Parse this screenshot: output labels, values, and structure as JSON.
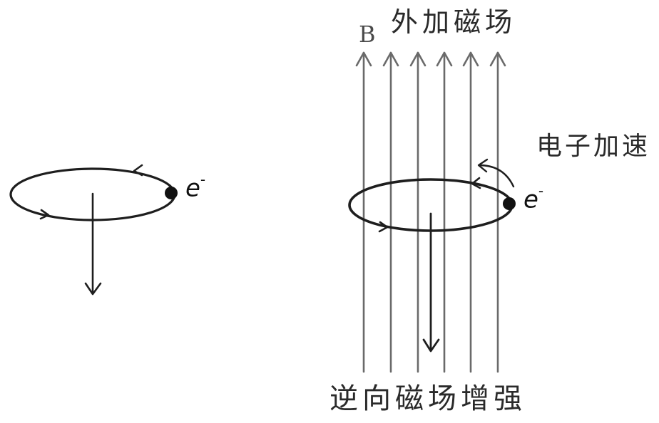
{
  "labels": {
    "field_symbol": "B",
    "external_field": "外加磁场",
    "electron_accelerates": "电子加速",
    "reverse_field_strengthens": "逆向磁场增强",
    "electron_left": "e",
    "electron_right": "e",
    "electron_charge": "-"
  },
  "colors": {
    "field_lines": "#6a6a6a",
    "orbit": "#1e1e1e",
    "text": "#2a2a2a"
  }
}
